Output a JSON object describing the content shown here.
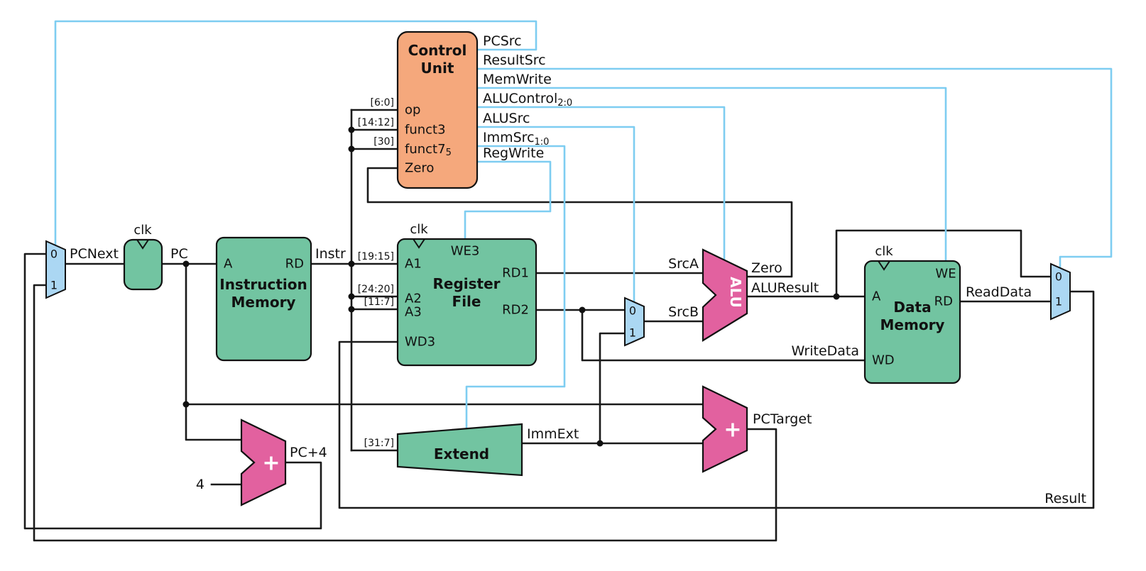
{
  "colors": {
    "block_green": "#72c4a1",
    "block_orange": "#f5a87c",
    "block_pink": "#e2619f",
    "mux_blue": "#abd7f3",
    "control_wire_blue": "#7ecdf1",
    "data_wire": "#1a1a1a",
    "background": "#ffffff"
  },
  "control_unit": {
    "title": [
      "Control",
      "Unit"
    ],
    "inputs": {
      "op": "op",
      "funct3": "funct3",
      "funct7": "funct7",
      "funct7_sub": "5",
      "zero": "Zero"
    },
    "input_bits": {
      "op": "[6:0]",
      "funct3": "[14:12]",
      "funct7": "[30]"
    },
    "outputs": {
      "pcsrc": "PCSrc",
      "resultsrc": "ResultSrc",
      "memwrite": "MemWrite",
      "alucontrol": "ALUControl",
      "alucontrol_sub": "2:0",
      "alusrc": "ALUSrc",
      "immsrc": "ImmSrc",
      "immsrc_sub": "1:0",
      "regwrite": "RegWrite"
    }
  },
  "pc_register": {
    "clk": "clk"
  },
  "instruction_memory": {
    "title": [
      "Instruction",
      "Memory"
    ],
    "a": "A",
    "rd": "RD"
  },
  "register_file": {
    "title": [
      "Register",
      "File"
    ],
    "clk": "clk",
    "we3": "WE3",
    "a1": "A1",
    "a2": "A2",
    "a3": "A3",
    "wd3": "WD3",
    "rd1": "RD1",
    "rd2": "RD2",
    "bits": {
      "a1": "[19:15]",
      "a2": "[24:20]",
      "a3": "[11:7]"
    }
  },
  "extend": {
    "title": "Extend",
    "bits": "[31:7]"
  },
  "alu": {
    "title": "ALU"
  },
  "data_memory": {
    "title": [
      "Data",
      "Memory"
    ],
    "clk": "clk",
    "we": "WE",
    "a": "A",
    "wd": "WD",
    "rd": "RD"
  },
  "adders": {
    "plus": "+"
  },
  "muxes": {
    "pcnext": {
      "label0": "0",
      "label1": "1"
    },
    "srcb": {
      "label0": "0",
      "label1": "1"
    },
    "result": {
      "label0": "0",
      "label1": "1"
    }
  },
  "wire_labels": {
    "pcnext": "PCNext",
    "pc": "PC",
    "instr": "Instr",
    "srca": "SrcA",
    "srcb": "SrcB",
    "zero": "Zero",
    "aluresult": "ALUResult",
    "readdata": "ReadData",
    "writedata": "WriteData",
    "immext": "ImmExt",
    "pctarget": "PCTarget",
    "pcplus4": "PC+4",
    "result": "Result",
    "four": "4"
  }
}
